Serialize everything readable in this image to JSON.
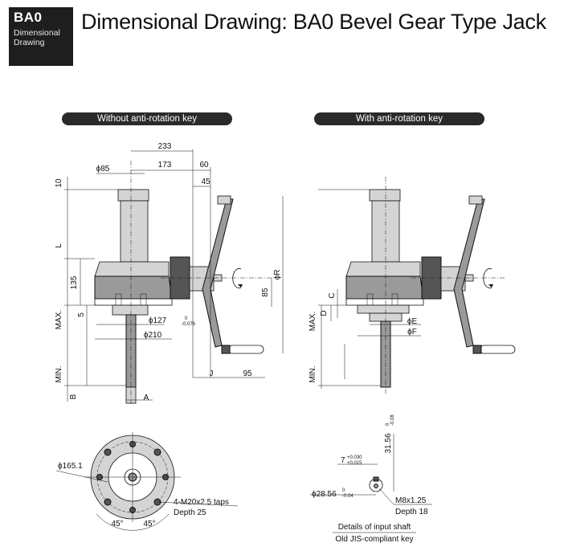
{
  "badge": {
    "code": "BA0",
    "line1": "Dimensional",
    "line2": "Drawing"
  },
  "title": "Dimensional Drawing: BA0 Bevel Gear Type Jack",
  "views": {
    "left_label": "Without anti-rotation key",
    "right_label": "With anti-rotation key"
  },
  "dims": {
    "d233": "233",
    "d173": "173",
    "d60": "60",
    "d45": "45",
    "dia85": "ϕ85",
    "d10": "10",
    "L": "L",
    "d135": "135",
    "d5": "5",
    "max": "MAX.",
    "min": "MIN.",
    "B": "B",
    "A": "A",
    "dia127": "ϕ127",
    "dia127_tol_top": "0",
    "dia127_tol_bot": "-0.076",
    "dia210": "ϕ210",
    "J": "J",
    "d95": "95",
    "d85": "85",
    "diaR": "ϕR",
    "C": "C",
    "D": "D",
    "diaE": "ϕE",
    "diaF": "ϕF",
    "dia165": "ϕ165.1",
    "taps_line1": "4-M20x2.5 taps",
    "taps_line2": "Depth 25",
    "ang45a": "45°",
    "ang45b": "45°"
  },
  "shaft_detail": {
    "w7": "7",
    "w7_tol_top": "+0.030",
    "w7_tol_bot": "+0.015",
    "h3156": "31.56",
    "h3156_tol_top": "0",
    "h3156_tol_bot": "-0.08",
    "dia2856": "ϕ28.56",
    "dia2856_tol_top": "0",
    "dia2856_tol_bot": "-0.04",
    "m8_line1": "M8x1.25",
    "m8_line2": "Depth 18",
    "caption1": "Details of input shaft",
    "caption2": "Old JIS-compliant key"
  }
}
